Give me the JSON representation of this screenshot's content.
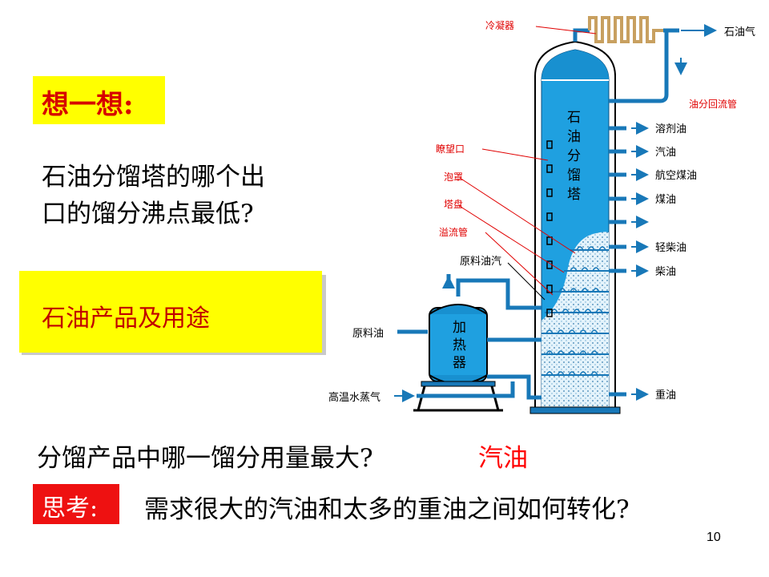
{
  "slide": {
    "think_label": "想一想:",
    "question1_line1": "石油分馏塔的哪个出",
    "question1_line2": "口的馏分沸点最低?",
    "products_label": "石油产品及用途",
    "question2": "分馏产品中哪一馏分用量最大?",
    "answer": "汽油",
    "ponder_label": "思考:",
    "question3": "需求很大的汽油和太多的重油之间如何转化?",
    "page_number": "10"
  },
  "diagram": {
    "tower_name": [
      "石",
      "油",
      "分",
      "馏",
      "塔"
    ],
    "heater_name": [
      "加",
      "热",
      "器"
    ],
    "left_labels": {
      "condenser": "冷凝器",
      "inspection_port": "瞭望口",
      "bubble_cap": "泡罩",
      "tray": "塔盘",
      "downcomer": "溢流管",
      "feed_vapor": "原料油汽",
      "feed_oil": "原料油",
      "steam": "高温水蒸气"
    },
    "right_labels": {
      "petroleum_gas": "石油气",
      "reflux_pipe": "油分回流管",
      "solvent_oil": "溶剂油",
      "gasoline": "汽油",
      "jet_fuel": "航空煤油",
      "kerosene": "煤油",
      "light_diesel": "轻柴油",
      "diesel": "柴油",
      "heavy_oil": "重油"
    },
    "colors": {
      "tower": "#1fa0e0",
      "pipe": "#1878b8",
      "liquid": "#d8eef8",
      "condenser": "#c8a060"
    }
  }
}
